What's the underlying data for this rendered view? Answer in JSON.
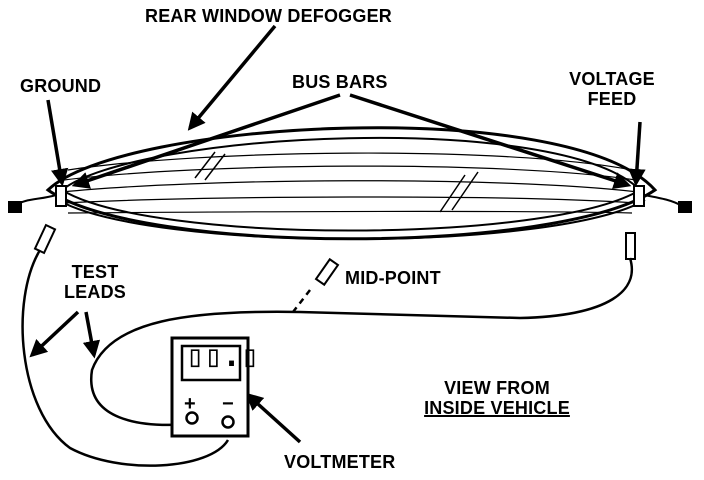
{
  "labels": {
    "title": "REAR WINDOW DEFOGGER",
    "bus_bars": "BUS BARS",
    "ground": "GROUND",
    "voltage_feed_line1": "VOLTAGE",
    "voltage_feed_line2": "FEED",
    "test_leads_line1": "TEST",
    "test_leads_line2": "LEADS",
    "mid_point": "MID-POINT",
    "view_line1": "VIEW FROM",
    "view_line2": "INSIDE VEHICLE",
    "voltmeter": "VOLTMETER"
  },
  "voltmeter": {
    "plus": "+",
    "minus": "−"
  },
  "colors": {
    "ink": "#000000",
    "paper": "#ffffff"
  }
}
